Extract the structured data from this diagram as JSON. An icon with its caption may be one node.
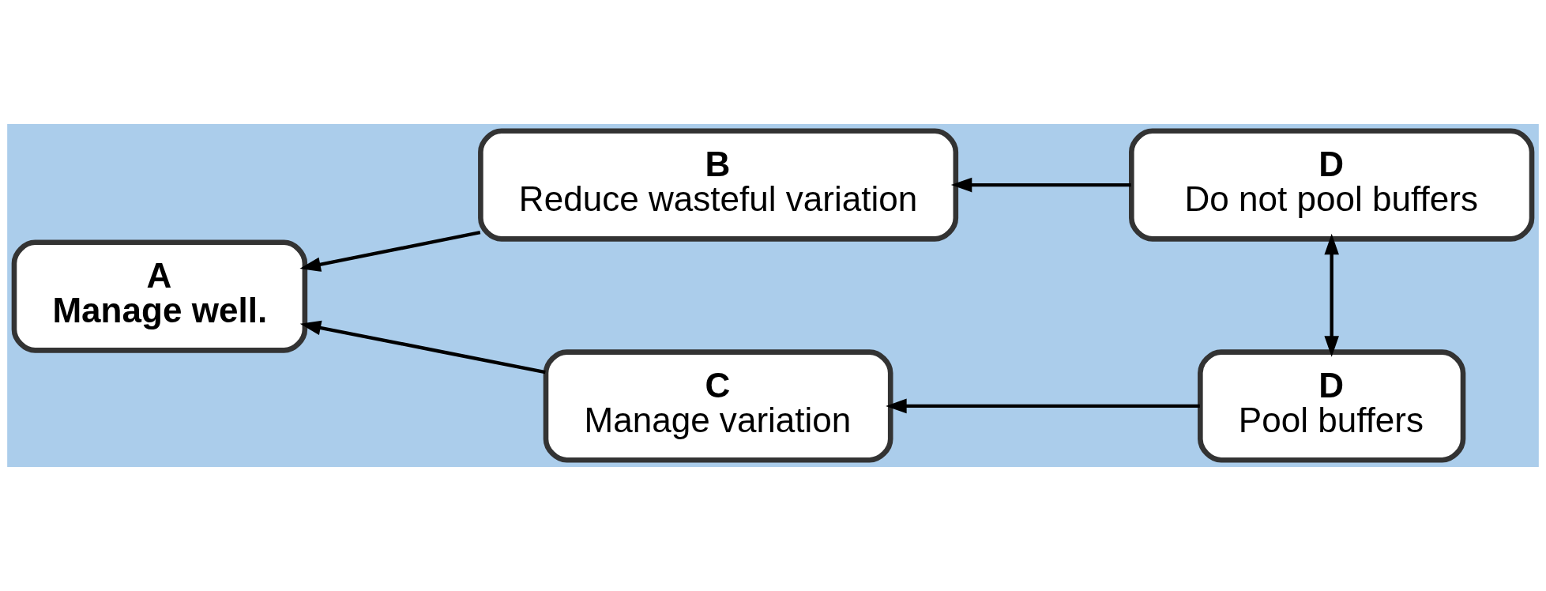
{
  "diagram": {
    "nodes": [
      {
        "text": [
          "A",
          "Manage well."
        ]
      },
      {
        "text": [
          "B",
          "Reduce wasteful variation"
        ]
      },
      {
        "text": [
          "C",
          "Manage variation"
        ]
      },
      {
        "text": [
          "D",
          "Do not pool buffers"
        ]
      },
      {
        "text": [
          "D",
          "Pool buffers"
        ]
      }
    ],
    "edges": [
      {
        "from": 1,
        "to": 0,
        "arrow": "to"
      },
      {
        "from": 2,
        "to": 0,
        "arrow": "to"
      },
      {
        "from": 3,
        "to": 1,
        "arrow": "to"
      },
      {
        "from": 4,
        "to": 2,
        "arrow": "to"
      },
      {
        "from": 4,
        "to": 3,
        "arrow": "both"
      }
    ]
  }
}
